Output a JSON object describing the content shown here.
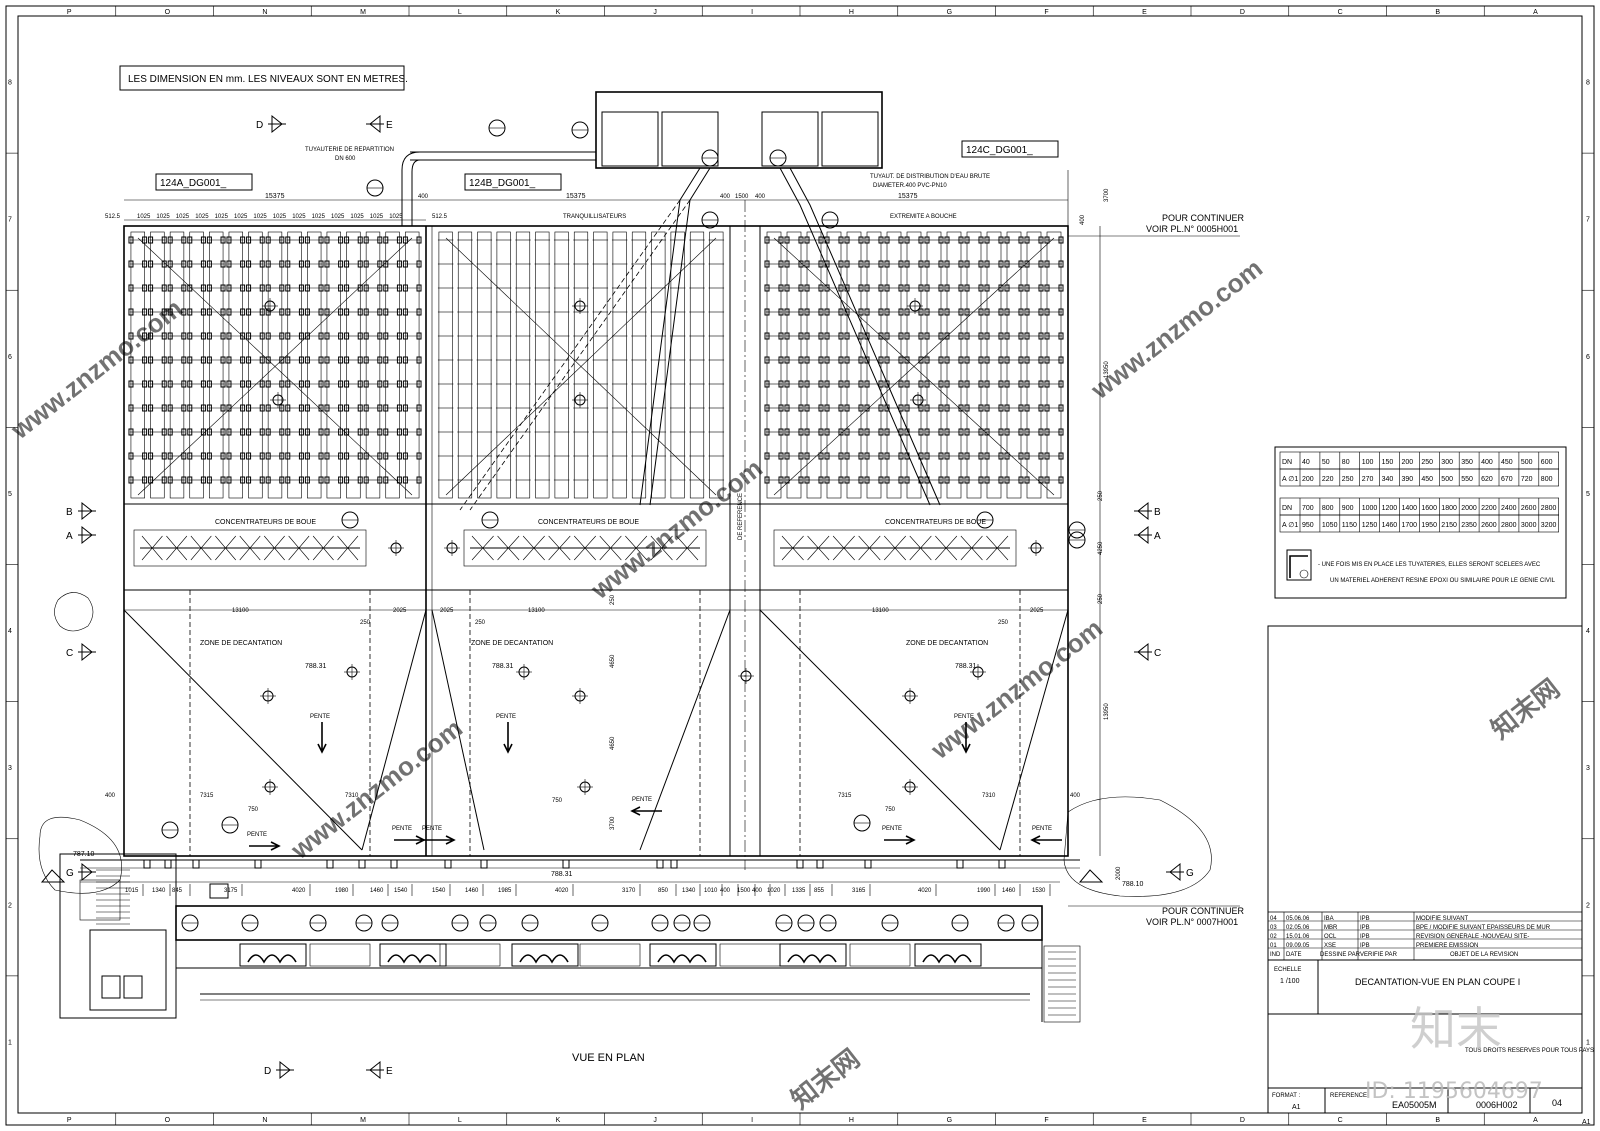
{
  "border": {
    "top_letters": [
      "P",
      "O",
      "N",
      "M",
      "L",
      "K",
      "J",
      "I",
      "H",
      "G",
      "F",
      "E",
      "D",
      "C",
      "B",
      "A"
    ],
    "side_numbers": [
      "8",
      "7",
      "6",
      "5",
      "4",
      "3",
      "2",
      "1"
    ],
    "corner_label": "A1"
  },
  "note_box": "LES DIMENSION EN mm. LES NIVEAUX SONT EN METRES.",
  "basins": [
    {
      "tag": "124A_DG001_"
    },
    {
      "tag": "124B_DG001_"
    },
    {
      "tag": "124C_DG001_"
    }
  ],
  "labels": {
    "tuyauterie": "TUYAUTERIE DE REPARTITION",
    "dn600": "DN 600",
    "tuyaut_distrib": "TUYAUT. DE DISTRIBUTION D'EAU BRUTE",
    "diameter": "DIAMETER.400 PVC-PN10",
    "tranquil": "TRANQUILLISATEURS",
    "extremite": "EXTREMITE A BOUCHE",
    "concentrateurs": "CONCENTRATEURS DE BOUE",
    "zone": "ZONE DE DECANTATION",
    "pente": "PENTE",
    "reference": "DE REFERENCE",
    "continuer1_a": "POUR CONTINUER",
    "continuer1_b": "VOIR PL.N° 0005H001",
    "continuer2_a": "POUR CONTINUER",
    "continuer2_b": "VOIR PL.N° 0007H001",
    "vue_en_plan": "VUE EN PLAN",
    "level_78831": "788.31",
    "level_78710": "787.10",
    "level_78810": "788.10"
  },
  "section_marks": {
    "a": "A",
    "b": "B",
    "c": "C",
    "d": "D",
    "e": "E",
    "g": "G"
  },
  "dims_top": {
    "d15375": "15375",
    "d400": "400",
    "d1500": "1500",
    "d5125": "512.5",
    "d1025": "1025",
    "d3700": "3700",
    "d13950": "13950",
    "d250": "250",
    "d4250": "4250",
    "d13100": "13100",
    "d2025": "2025",
    "d4650": "4650",
    "d7315": "7315",
    "d7310": "7310",
    "d750": "750",
    "d1010": "1010",
    "d2000": "2000"
  },
  "dims_bottom": [
    "1015",
    "1340",
    "845",
    "3175",
    "4020",
    "1980",
    "1460",
    "1540",
    "1540",
    "1460",
    "1985",
    "4020",
    "3170",
    "850",
    "1340",
    "1010",
    "400",
    "1500",
    "400",
    "1020",
    "1335",
    "855",
    "3165",
    "4020",
    "1990",
    "1460",
    "1530"
  ],
  "pipe_table": {
    "row1_head": "DN",
    "row1": [
      "40",
      "50",
      "80",
      "100",
      "150",
      "200",
      "250",
      "300",
      "350",
      "400",
      "450",
      "500",
      "600"
    ],
    "row2_head": "A ∅1",
    "row2": [
      "200",
      "220",
      "250",
      "270",
      "340",
      "390",
      "450",
      "500",
      "550",
      "620",
      "670",
      "720",
      "800"
    ],
    "row3_head": "DN",
    "row3": [
      "700",
      "800",
      "900",
      "1000",
      "1200",
      "1400",
      "1600",
      "1800",
      "2000",
      "2200",
      "2400",
      "2600",
      "2800"
    ],
    "row4_head": "A ∅1",
    "row4": [
      "950",
      "1050",
      "1150",
      "1250",
      "1460",
      "1700",
      "1950",
      "2150",
      "2350",
      "2600",
      "2800",
      "3000",
      "3200"
    ],
    "note1": "- UNE FOIS MIS EN PLACE LES TUYATERIES, ELLES SERONT SCELEES AVEC",
    "note2": "UN MATERIEL ADHERENT RESINE EPOXI OU SIMILAIRE POUR LE GENIE CIVIL"
  },
  "revisions": [
    {
      "ind": "04",
      "date": "05.06.06",
      "dessine": "IBA",
      "verifie": "IPB",
      "objet": "MODIFIE SUIVANT"
    },
    {
      "ind": "03",
      "date": "02.05.06",
      "dessine": "MBR",
      "verifie": "IPB",
      "objet": "BPE / MODIFIE SUIVANT EPAISSEURS DE MUR"
    },
    {
      "ind": "02",
      "date": "15.01.06",
      "dessine": "OCL",
      "verifie": "IPB",
      "objet": "REVISION GENERALE -NOUVEAU SITE-"
    },
    {
      "ind": "01",
      "date": "09.09.05",
      "dessine": "XSE",
      "verifie": "IPB",
      "objet": "PREMIERE EMISSION"
    }
  ],
  "rev_head": {
    "ind": "IND",
    "date": "DATE",
    "dessine": "DESSINE PAR",
    "verifie": "VERIFIE PAR",
    "objet": "OBJET DE LA REVISION"
  },
  "title_block": {
    "echelle": "ECHELLE",
    "scale": "1 /100",
    "title": "DECANTATION-VUE EN PLAN COUPE I",
    "rights": "TOUS DROITS RESERVES POUR TOUS PAYS",
    "format_label": "FORMAT :",
    "format": "A1",
    "reference_label": "REFERENCE",
    "reference": "EA05005M",
    "plan_no": "0006H002",
    "rev": "04"
  },
  "watermark": {
    "site": "www.znzmo.com",
    "brand": "知末",
    "brand2": "知末网",
    "id": "ID: 1195604697"
  }
}
